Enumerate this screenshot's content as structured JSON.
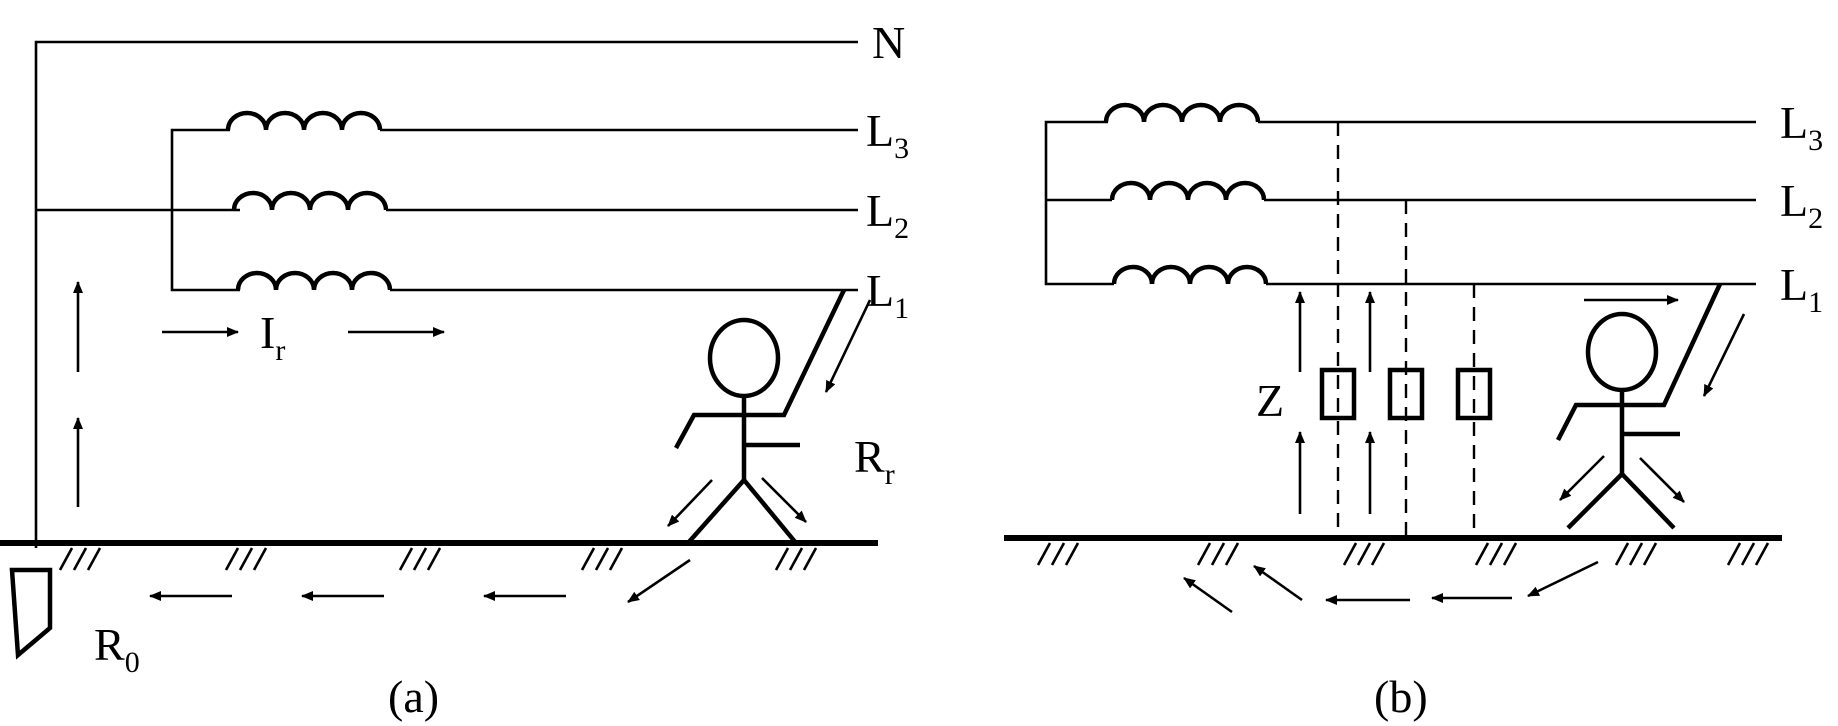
{
  "diagram_a": {
    "caption": "(a)",
    "labels": {
      "N": "N",
      "L3": "L",
      "L3_sub": "3",
      "L2": "L",
      "L2_sub": "2",
      "L1": "L",
      "L1_sub": "1",
      "Ir": "I",
      "Ir_sub": "r",
      "Rr": "R",
      "Rr_sub": "r",
      "R0": "R",
      "R0_sub": "0"
    }
  },
  "diagram_b": {
    "caption": "(b)",
    "labels": {
      "L3": "L",
      "L3_sub": "3",
      "L2": "L",
      "L2_sub": "2",
      "L1": "L",
      "L1_sub": "1",
      "Z": "Z"
    }
  },
  "colors": {
    "ink": "#000000",
    "background": "#ffffff"
  }
}
